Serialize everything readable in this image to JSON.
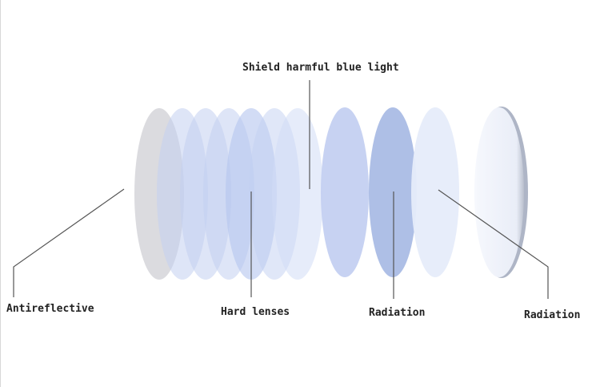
{
  "labels": {
    "top": "Shield harmful blue light",
    "antireflective": "Antireflective",
    "hard_lenses": "Hard lenses",
    "radiation_1": "Radiation",
    "radiation_2": "Radiation"
  },
  "colors": {
    "antireflective_disc": "#d9d9dd",
    "blue_disc": "#c2cff1",
    "dark_blue_disc": "#aebfe6",
    "pale_disc": "#e6ecfa",
    "leader_line": "#555555"
  }
}
